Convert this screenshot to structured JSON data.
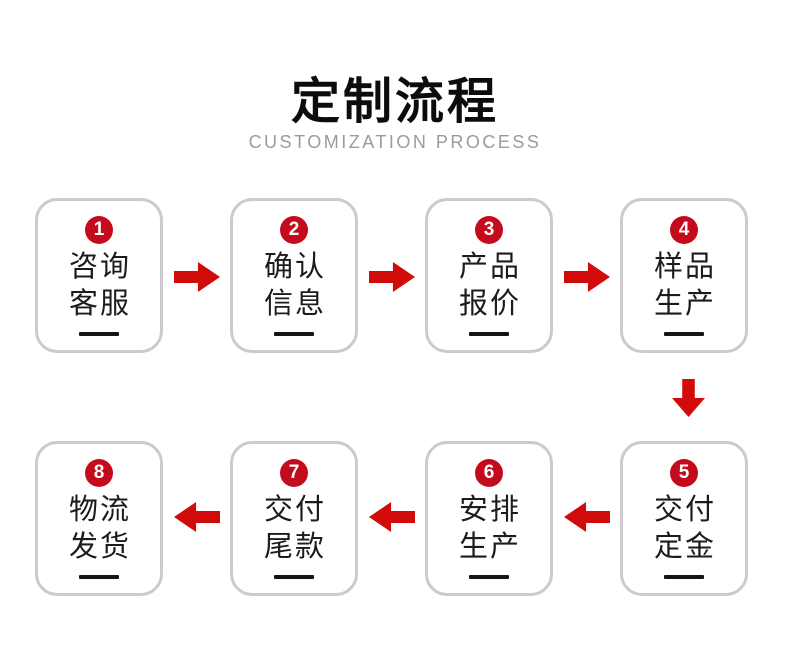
{
  "header": {
    "title": "定制流程",
    "subtitle": "CUSTOMIZATION PROCESS"
  },
  "steps": [
    {
      "number": "1",
      "line1": "咨询",
      "line2": "客服"
    },
    {
      "number": "2",
      "line1": "确认",
      "line2": "信息"
    },
    {
      "number": "3",
      "line1": "产品",
      "line2": "报价"
    },
    {
      "number": "4",
      "line1": "样品",
      "line2": "生产"
    },
    {
      "number": "5",
      "line1": "交付",
      "line2": "定金"
    },
    {
      "number": "6",
      "line1": "安排",
      "line2": "生产"
    },
    {
      "number": "7",
      "line1": "交付",
      "line2": "尾款"
    },
    {
      "number": "8",
      "line1": "物流",
      "line2": "发货"
    }
  ],
  "colors": {
    "step_badge_red": "#c40b1e",
    "arrow_red": "#d10a0a",
    "card_border_gray": "#cbcbcb",
    "title_black": "#0c0c0c",
    "subtitle_gray": "#9b9b9b",
    "background": "#ffffff"
  }
}
